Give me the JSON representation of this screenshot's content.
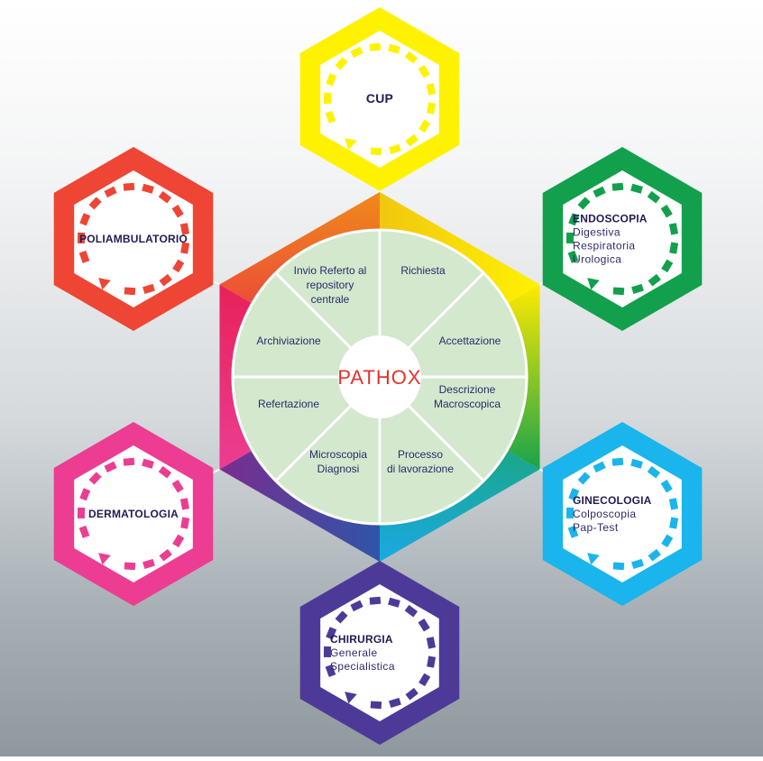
{
  "center": {
    "label": "PATHOX",
    "segments": [
      {
        "id": "richiesta",
        "lines": [
          "Richiesta"
        ]
      },
      {
        "id": "accettazione",
        "lines": [
          "Accettazione"
        ]
      },
      {
        "id": "descrizione",
        "lines": [
          "Descrizione",
          "Macroscopica"
        ]
      },
      {
        "id": "processo",
        "lines": [
          "Processo",
          "di lavorazione"
        ]
      },
      {
        "id": "microscopia",
        "lines": [
          "Microscopia",
          "Diagnosi"
        ]
      },
      {
        "id": "refertazione",
        "lines": [
          "Refertazione"
        ]
      },
      {
        "id": "archiviazione",
        "lines": [
          "Archiviazione"
        ]
      },
      {
        "id": "invio",
        "lines": [
          "Invio Referto al",
          "repository",
          "centrale"
        ]
      }
    ]
  },
  "nodes": [
    {
      "id": "cup",
      "title": "CUP",
      "subtitle": [],
      "color": "#fff200"
    },
    {
      "id": "endoscopia",
      "title": "ENDOSCOPIA",
      "subtitle": [
        "Digestiva",
        "Respiratoria",
        "Urologica"
      ],
      "color": "#12a04c"
    },
    {
      "id": "ginecologia",
      "title": "GINECOLOGIA",
      "subtitle": [
        "Colposcopia",
        "Pap-Test"
      ],
      "color": "#19b5ec"
    },
    {
      "id": "chirurgia",
      "title": "CHIRURGIA",
      "subtitle": [
        "Generale",
        "Specialistica"
      ],
      "color": "#4d3a98"
    },
    {
      "id": "dermatologia",
      "title": "DERMATOLOGIA",
      "subtitle": [],
      "color": "#ec3d92"
    },
    {
      "id": "poliambulatorio",
      "title": "POLIAMBULATORIO",
      "subtitle": [],
      "color": "#ee4535"
    }
  ],
  "colors": {
    "circle_fill": "#d3e8cd",
    "divider": "#ffffff",
    "text": "#2e2a6a",
    "center_text": "#e1332f"
  }
}
